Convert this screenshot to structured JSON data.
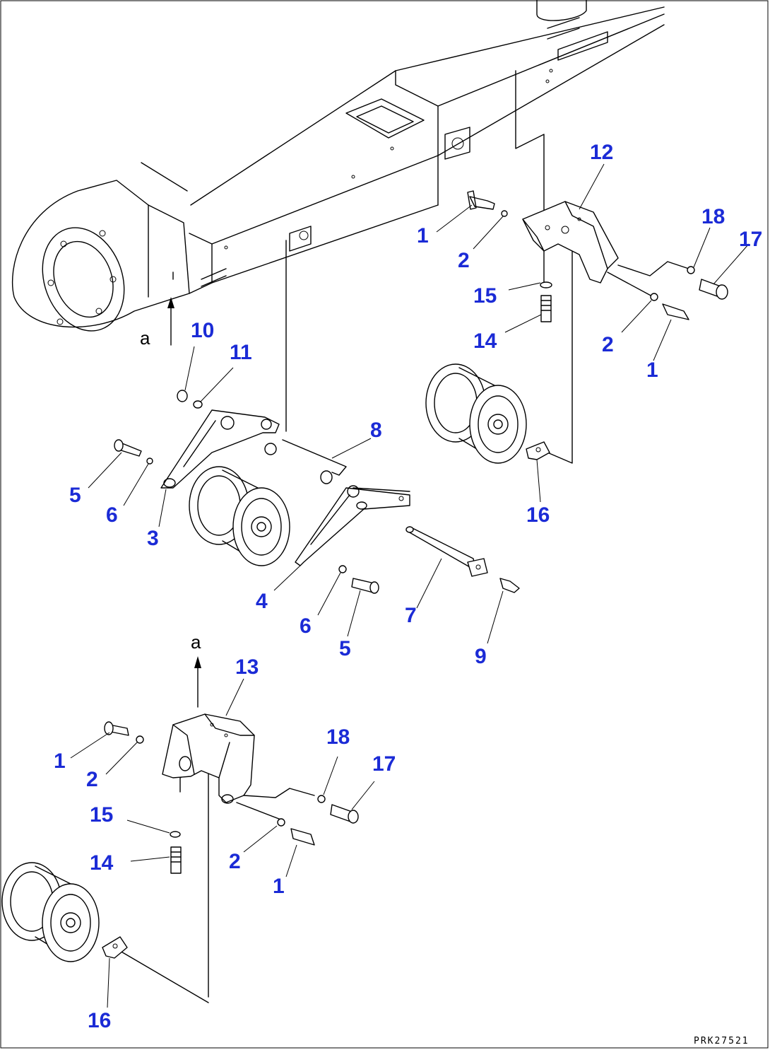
{
  "diagram": {
    "callouts": {
      "c1a": "1",
      "c2a": "2",
      "c15a": "15",
      "c14a": "14",
      "c12": "12",
      "c18a": "18",
      "c17a": "17",
      "c2b": "2",
      "c1b": "1",
      "c10": "10",
      "c11": "11",
      "c8": "8",
      "c5a": "5",
      "c6a": "6",
      "c3": "3",
      "c16a": "16",
      "c4": "4",
      "c6b": "6",
      "c5b": "5",
      "c7": "7",
      "c9": "9",
      "c13": "13",
      "c1c": "1",
      "c2c": "2",
      "c18b": "18",
      "c17b": "17",
      "c15b": "15",
      "c14b": "14",
      "c2d": "2",
      "c1d": "1",
      "c16b": "16"
    },
    "view_ref_top": "a",
    "view_ref_bottom": "a",
    "drawing_code": "PRK27521"
  }
}
